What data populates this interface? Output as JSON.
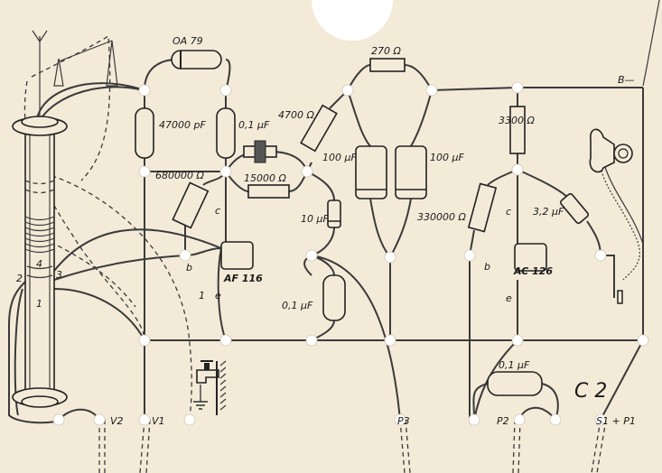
{
  "labels": {
    "diode": "OA 79",
    "c_47000": "47000 pF",
    "c_01_top": "0,1 µF",
    "r_680000": "680000 Ω",
    "r_15000": "15000 Ω",
    "r_4700": "4700 Ω",
    "r_270": "270 Ω",
    "c_100_left": "100 µF",
    "c_100_right": "100 µF",
    "c_10": "10 µF",
    "c_01_mid": "0,1 µF",
    "r_3300": "3300 Ω",
    "r_330000": "330000 Ω",
    "c_32": "3,2 µF",
    "c_01_bottom": "0,1 µF",
    "t1": "AF 116",
    "t2": "AC 126",
    "t1_c": "c",
    "t1_b": "b",
    "t1_e": "e",
    "t1_1": "1",
    "t2_c": "c",
    "t2_b": "b",
    "t2_e": "e",
    "b_minus": "B—",
    "coil_2": "2",
    "coil_3": "3",
    "coil_4": "4",
    "coil_1": "1",
    "v2": "V2",
    "v1": "V1",
    "p3": "P3",
    "p2": "P2",
    "s1p1": "S1 + P1",
    "board_id": "C 2"
  },
  "colors": {
    "paper": "#f3ead8",
    "ink": "#222222",
    "hole": "#ffffff"
  }
}
